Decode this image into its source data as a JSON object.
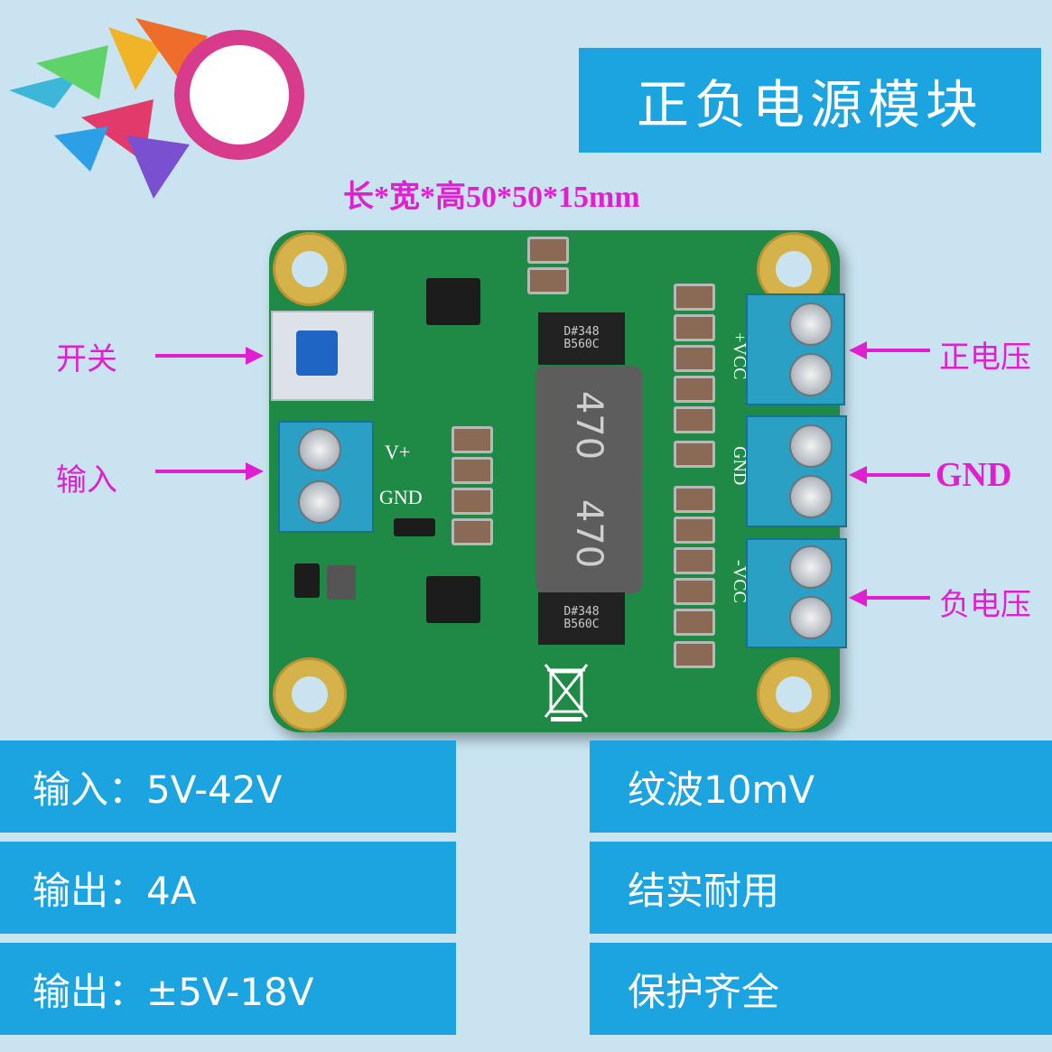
{
  "title": "正负电源模块",
  "dimensions": "长*宽*高50*50*15mm",
  "labels": {
    "switch": "开关",
    "input": "输入",
    "positive_voltage": "正电压",
    "gnd": "GND",
    "negative_voltage": "负电压"
  },
  "silkscreen": {
    "v_plus": "V+",
    "gnd": "GND",
    "plus_vcc": "+VCC",
    "gnd_right": "GND",
    "minus_vcc": "-VCC",
    "inductor_1": "470",
    "inductor_2": "470",
    "diode_1": "D#348\nB560C",
    "diode_2": "D#348\nB560C"
  },
  "specs_left": [
    "输入：5V-42V",
    "输出：4A",
    "输出：±5V-18V"
  ],
  "specs_right": [
    "纹波10mV",
    "结实耐用",
    "保护齐全"
  ],
  "colors": {
    "accent_blue": "#1ba4e0",
    "label_magenta": "#e020d0",
    "pcb_green": "#1f8a46",
    "background": "#c9e4f0"
  }
}
